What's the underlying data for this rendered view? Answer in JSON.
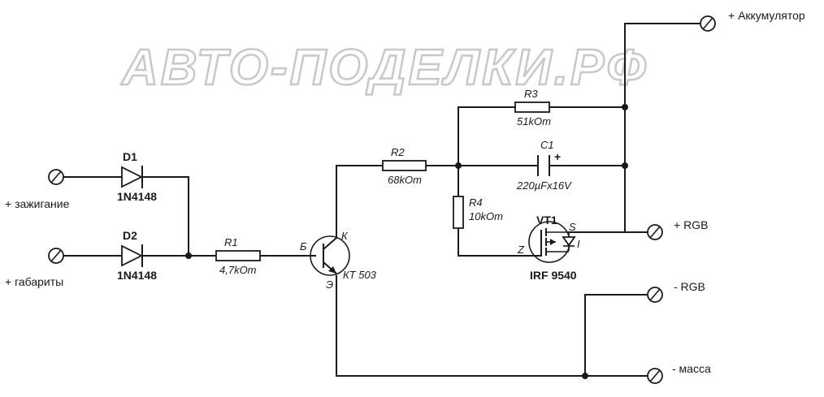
{
  "watermark": "АВТО-ПОДЕЛКИ.РФ",
  "terminals": {
    "battery": "+ Аккумулятор",
    "ignition": "+ зажигание",
    "parking_lights": "+ габариты",
    "rgb_plus": "+ RGB",
    "rgb_minus": "- RGB",
    "ground": "- масса"
  },
  "components": {
    "d1": {
      "ref": "D1",
      "value": "1N4148"
    },
    "d2": {
      "ref": "D2",
      "value": "1N4148"
    },
    "r1": {
      "ref": "R1",
      "value": "4,7kOm"
    },
    "r2": {
      "ref": "R2",
      "value": "68kOm"
    },
    "r3": {
      "ref": "R3",
      "value": "51kOm"
    },
    "r4": {
      "ref": "R4",
      "value": "10kOm"
    },
    "c1": {
      "ref": "C1",
      "value": "220µFx16V",
      "polarity": "+"
    },
    "q1": {
      "value": "КТ 503",
      "base": "Б",
      "collector": "К",
      "emitter": "Э"
    },
    "vt1": {
      "ref": "VT1",
      "value": "IRF 9540",
      "source": "S",
      "gate": "Z",
      "drain": "I"
    }
  }
}
